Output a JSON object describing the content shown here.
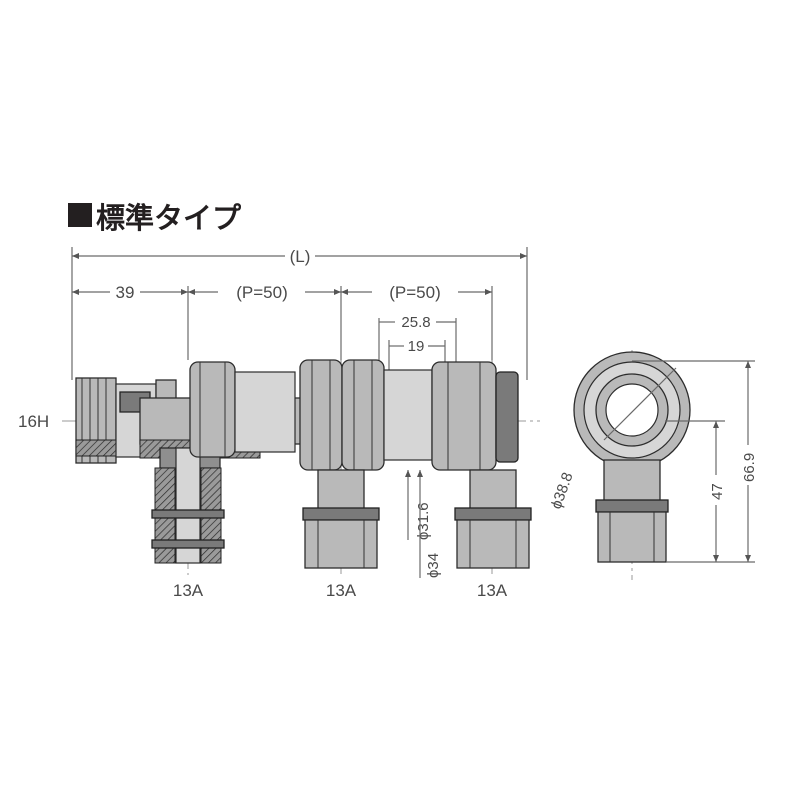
{
  "title": {
    "square": "■",
    "text": "標準タイプ"
  },
  "dimensions": {
    "overall_length": "(L)",
    "first_offset": "39",
    "pitch_1": "(P=50)",
    "pitch_2": "(P=50)",
    "inner_width_outer": "25.8",
    "inner_width_inner": "19",
    "header_size": "16H",
    "branch_1": "13A",
    "branch_2": "13A",
    "branch_3": "13A",
    "dia_body": "ϕ31.6",
    "dia_outer": "ϕ34",
    "dia_side": "ϕ38.8",
    "side_height_inner": "47",
    "side_height_total": "66.9"
  }
}
